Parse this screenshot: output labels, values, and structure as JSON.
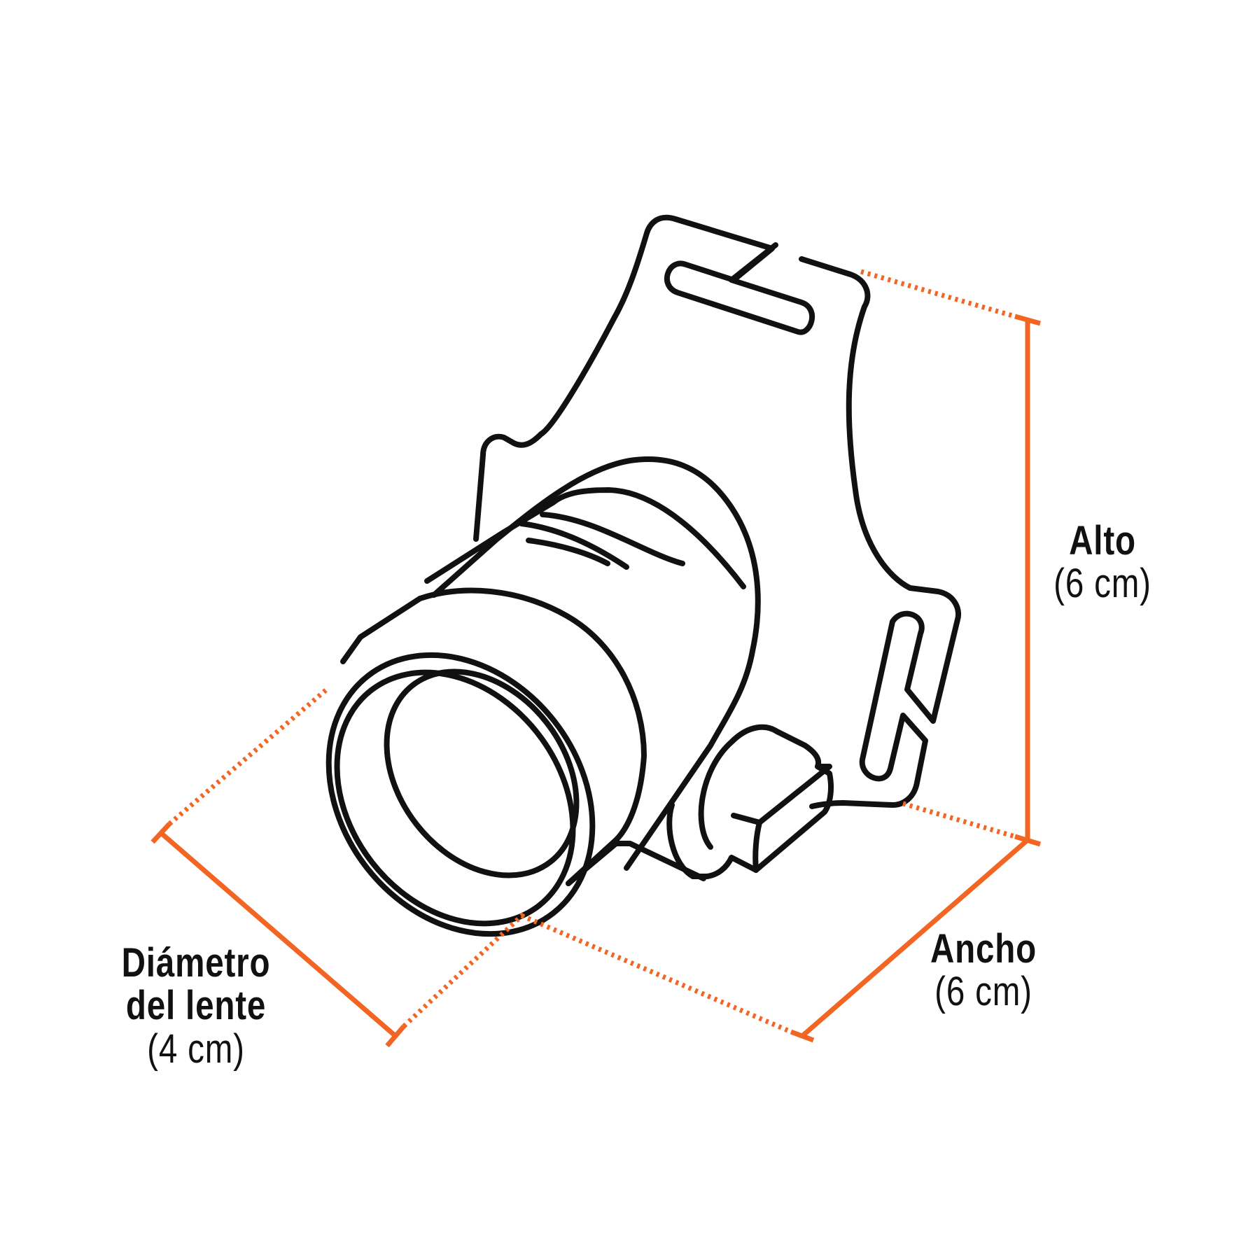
{
  "colors": {
    "accent": "#F26522",
    "outline": "#111111",
    "background": "#FFFFFF"
  },
  "product": {
    "name": "headlamp-line-drawing"
  },
  "dimensions": {
    "alto": {
      "label": "Alto",
      "value": "(6 cm)"
    },
    "ancho": {
      "label": "Ancho",
      "value": "(6 cm)"
    },
    "diametro": {
      "label_line1": "Diámetro",
      "label_line2": "del lente",
      "value": "(4 cm)"
    }
  }
}
